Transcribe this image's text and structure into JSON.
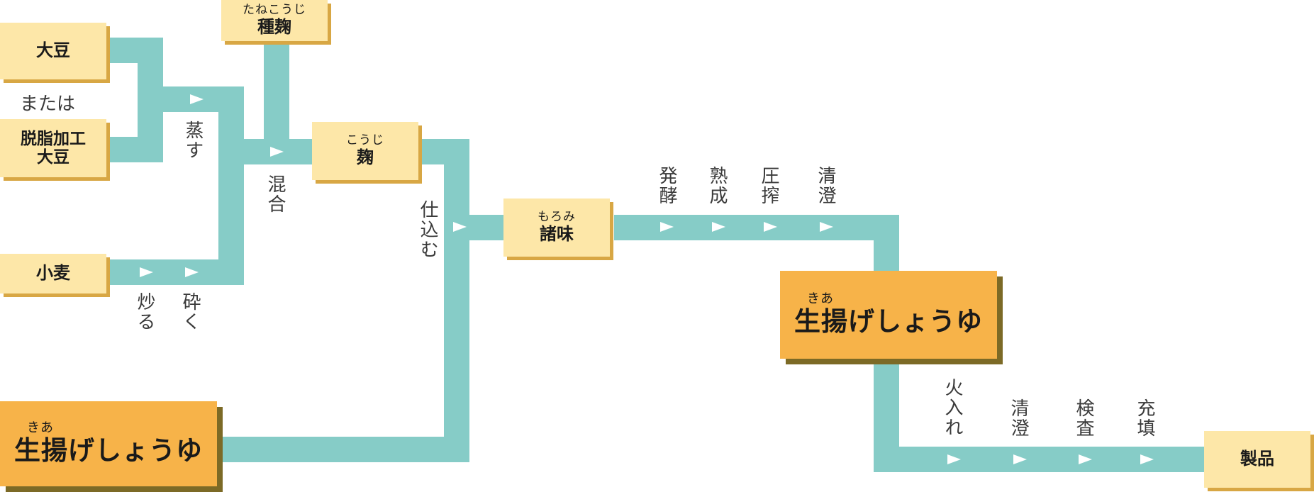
{
  "colors": {
    "pipe": "#86ccc7",
    "arrow": "#ffffff",
    "box_light": "#fde7a8",
    "box_orange": "#f7b349"
  },
  "boxes": {
    "soybean": "大豆",
    "or_text": "または",
    "defatted_soybean": "脱脂加工\n大豆",
    "wheat": "小麦",
    "seed_koji": {
      "ruby": "たねこうじ",
      "label": "種麹"
    },
    "koji": {
      "ruby": "こうじ",
      "label": "麹"
    },
    "moromi": {
      "ruby": "もろみ",
      "label": "諸味"
    },
    "raw_soy_sauce_1": {
      "ruby": "きあ",
      "label": "生揚げしょうゆ"
    },
    "raw_soy_sauce_2": {
      "ruby": "きあ",
      "label": "生揚げしょうゆ"
    },
    "product": "製品"
  },
  "steps": {
    "steam": "蒸す",
    "roast": "炒る",
    "crush": "砕く",
    "mix": "混合",
    "brew": "仕込む",
    "ferment": "発酵",
    "mature": "熟成",
    "press": "圧搾",
    "clarify_1": "清澄",
    "pasteurize": "火入れ",
    "clarify_2": "清澄",
    "inspect": "検査",
    "fill": "充填"
  }
}
